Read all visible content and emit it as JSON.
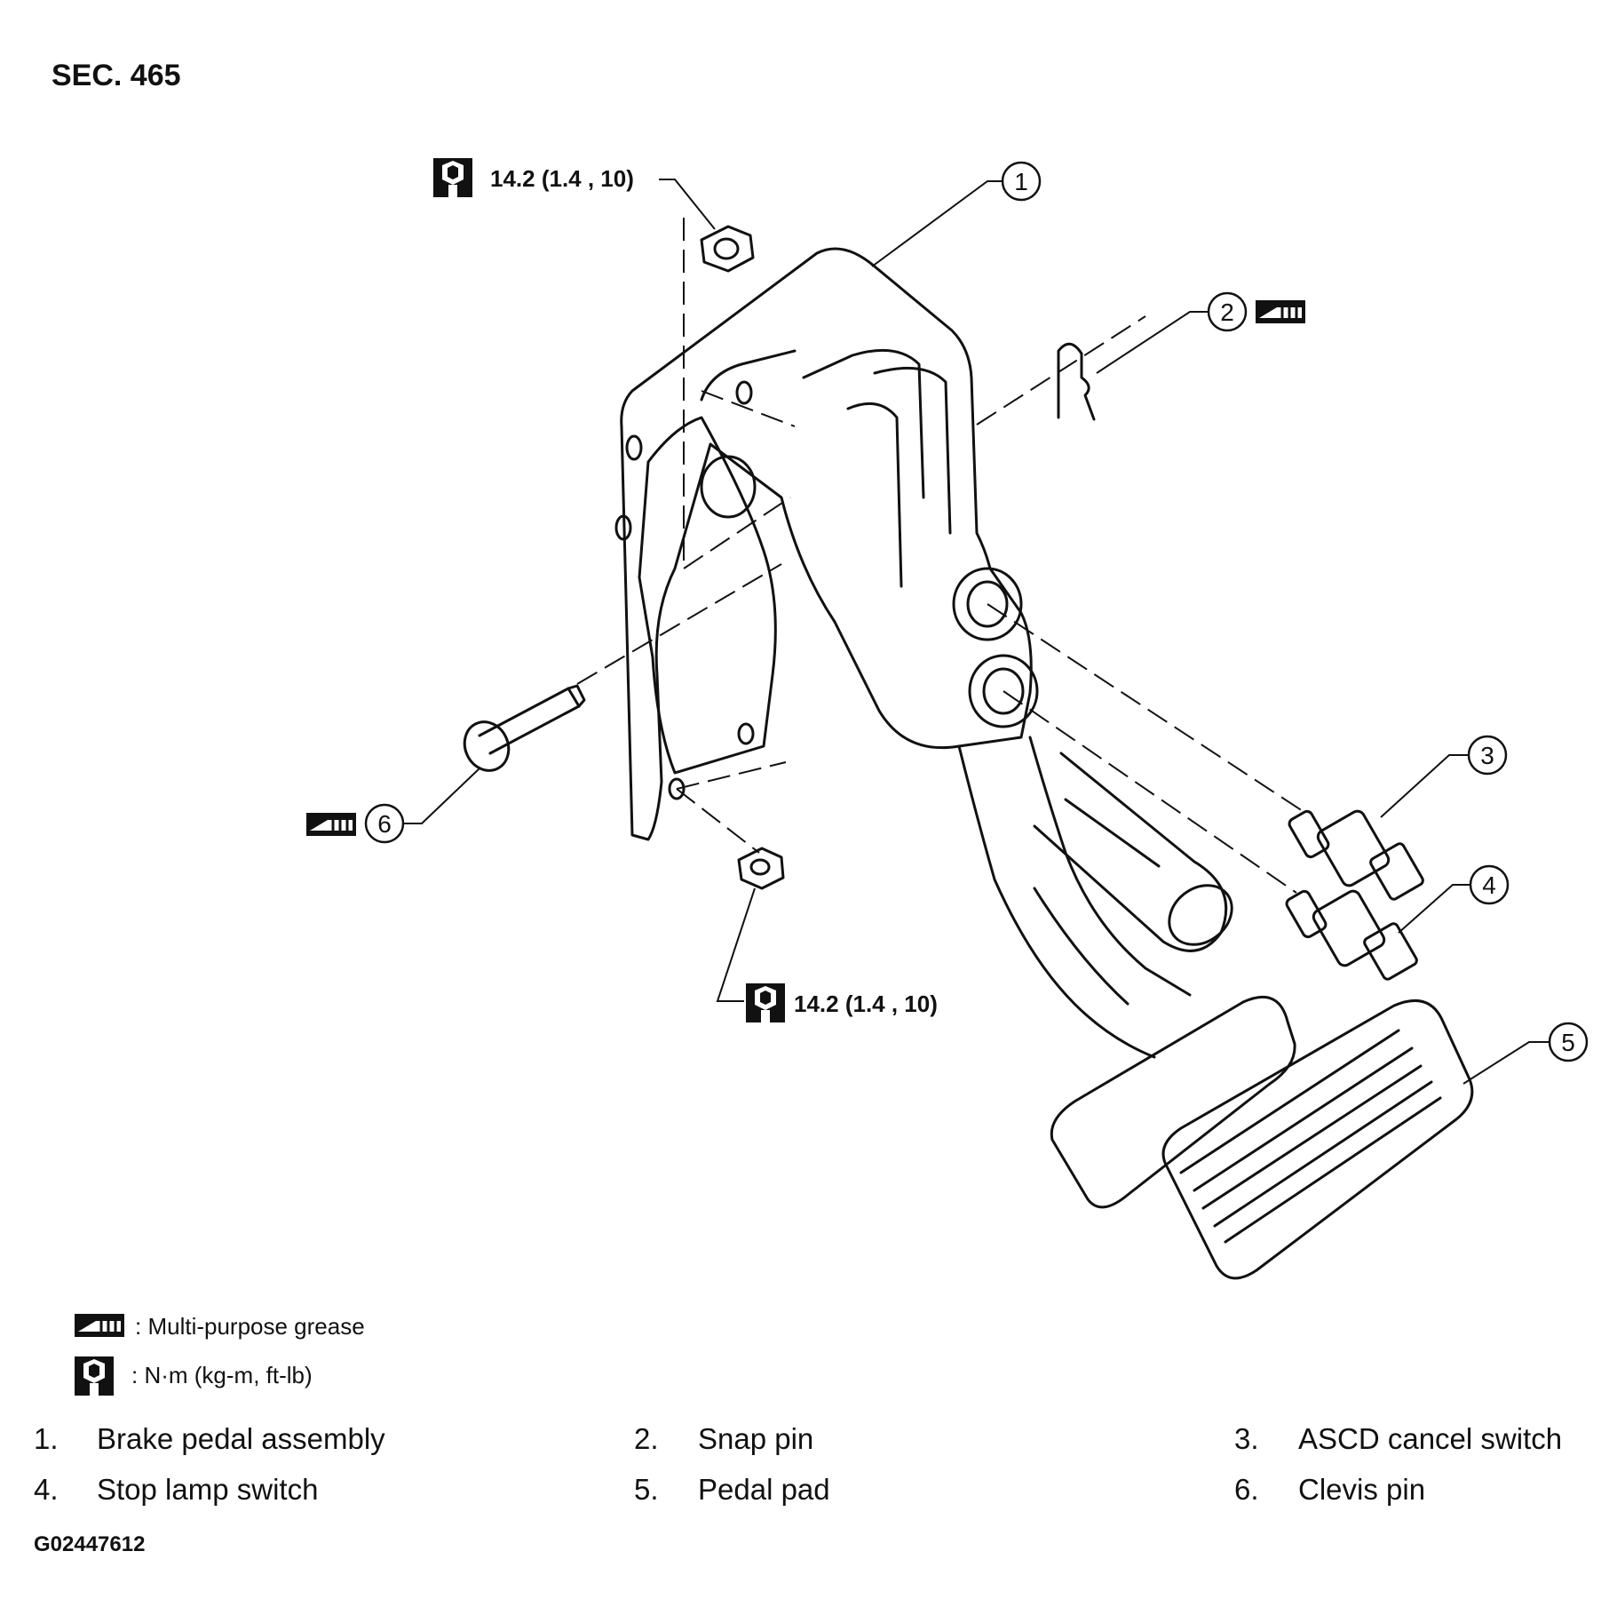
{
  "section": "SEC. 465",
  "figure_id": "G02447612",
  "torque_labels": [
    "14.2 (1.4 , 10)",
    "14.2 (1.4 , 10)"
  ],
  "callouts": [
    "1",
    "2",
    "3",
    "4",
    "5",
    "6"
  ],
  "legend": {
    "grease": ": Multi-purpose grease",
    "torque": ": N·m (kg-m, ft-lb)"
  },
  "parts": [
    {
      "num": "1.",
      "name": "Brake pedal assembly"
    },
    {
      "num": "2.",
      "name": "Snap pin"
    },
    {
      "num": "3.",
      "name": "ASCD cancel switch"
    },
    {
      "num": "4.",
      "name": "Stop lamp switch"
    },
    {
      "num": "5.",
      "name": "Pedal pad"
    },
    {
      "num": "6.",
      "name": "Clevis pin"
    }
  ],
  "icons": {
    "grease": "grease-gun-icon",
    "torque": "torque-wrench-icon"
  }
}
